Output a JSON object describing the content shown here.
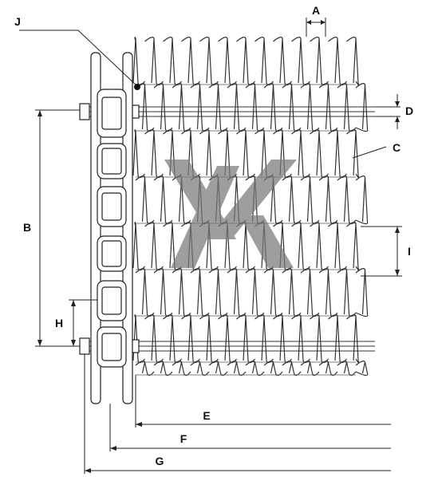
{
  "labels": {
    "a": "A",
    "b": "B",
    "c": "C",
    "d": "D",
    "e": "E",
    "f": "F",
    "g": "G",
    "h": "H",
    "i": "I",
    "j": "J"
  },
  "colors": {
    "line": "#222222",
    "watermark": "#7a7a7a"
  }
}
